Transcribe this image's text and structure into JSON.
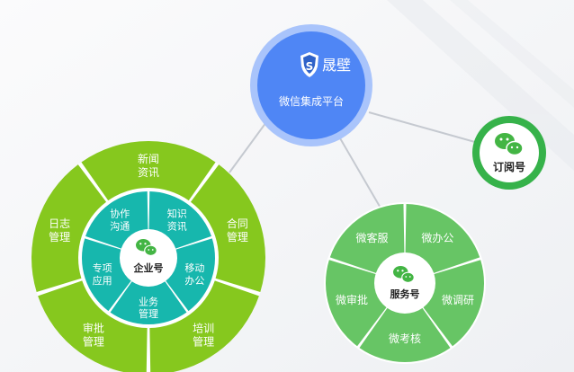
{
  "platform": {
    "brand": "晟壁",
    "title": "微信集成平台"
  },
  "enterprise": {
    "center_label": "企业号",
    "inner": [
      {
        "line1": "协作",
        "line2": "沟通"
      },
      {
        "line1": "知识",
        "line2": "资讯"
      },
      {
        "line1": "移动",
        "line2": "办公"
      },
      {
        "line1": "业务",
        "line2": "管理"
      },
      {
        "line1": "专项",
        "line2": "应用"
      }
    ],
    "outer": [
      {
        "line1": "新闻",
        "line2": "资讯"
      },
      {
        "line1": "合同",
        "line2": "管理"
      },
      {
        "line1": "培训",
        "line2": "管理"
      },
      {
        "line1": "审批",
        "line2": "管理"
      },
      {
        "line1": "日志",
        "line2": "管理"
      }
    ]
  },
  "subscription": {
    "label": "订阅号"
  },
  "service": {
    "center_label": "服务号",
    "items": [
      "微客服",
      "微办公",
      "微调研",
      "微考核",
      "微审批"
    ]
  },
  "colors": {
    "platform_blue": "#4f86f5",
    "platform_ring": "#a9c4fb",
    "green_outer": "#86c81e",
    "green_inner": "#17b7ad",
    "green_wechat": "#36b24a",
    "green_service": "#67c565"
  }
}
